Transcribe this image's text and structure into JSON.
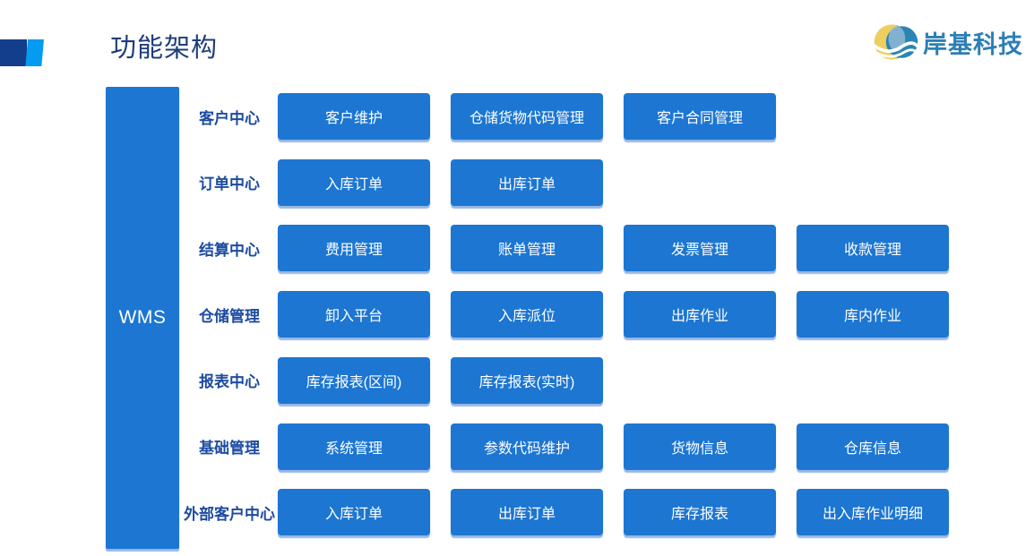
{
  "page": {
    "title": "功能架构"
  },
  "logo": {
    "text": "岸基科技"
  },
  "root": {
    "label": "WMS"
  },
  "rows": [
    {
      "category": "客户中心",
      "items": [
        "客户维护",
        "仓储货物代码管理",
        "客户合同管理"
      ]
    },
    {
      "category": "订单中心",
      "items": [
        "入库订单",
        "出库订单"
      ]
    },
    {
      "category": "结算中心",
      "items": [
        "费用管理",
        "账单管理",
        "发票管理",
        "收款管理"
      ]
    },
    {
      "category": "仓储管理",
      "items": [
        "卸入平台",
        "入库派位",
        "出库作业",
        "库内作业"
      ]
    },
    {
      "category": "报表中心",
      "items": [
        "库存报表(区间)",
        "库存报表(实时)"
      ]
    },
    {
      "category": "基础管理",
      "items": [
        "系统管理",
        "参数代码维护",
        "货物信息",
        "仓库信息"
      ]
    },
    {
      "category": "外部客户中心",
      "items": [
        "入库订单",
        "出库订单",
        "库存报表",
        "出入库作业明细"
      ]
    }
  ],
  "colors": {
    "box_blue": "#1C76D2",
    "category_label": "#1C4BA1",
    "title_navy": "#1F3C7D",
    "deco_dark_navy": "#133E8B",
    "deco_bright_blue": "#049CF1",
    "logo_yellow": "#EDCE5F",
    "logo_blue": "#2C84B4",
    "logo_text_blue": "#2C7FB4",
    "box_text": "#FFFFFF"
  }
}
